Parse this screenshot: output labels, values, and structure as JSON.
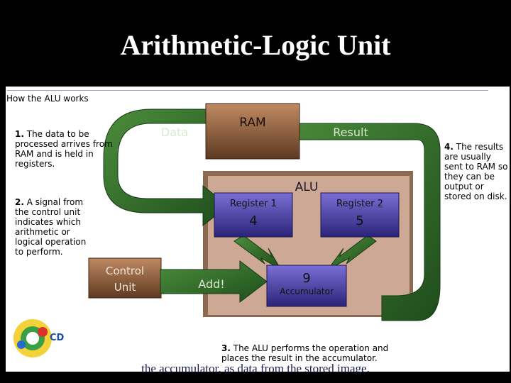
{
  "slide": {
    "title": "Arithmetic-Logic Unit"
  },
  "figure": {
    "heading": "How the ALU works",
    "ram_label": "RAM",
    "data_label": "Data",
    "result_label": "Result",
    "alu_label": "ALU",
    "register1": {
      "label": "Register 1",
      "value": "4"
    },
    "register2": {
      "label": "Register 2",
      "value": "5"
    },
    "accumulator": {
      "label": "Accumulator",
      "value": "9"
    },
    "control_unit": {
      "line1": "Control",
      "line2": "Unit"
    },
    "add_label": "Add!",
    "steps": [
      {
        "num": "1.",
        "text": "The data to be processed arrives from RAM and is held in registers."
      },
      {
        "num": "2.",
        "text": "A signal from the control unit indicates which arithmetic or logical operation to perform."
      },
      {
        "num": "3.",
        "text": "The ALU performs the operation and places the result in the accumulator."
      },
      {
        "num": "4.",
        "text": "The results are usually sent to RAM so they can be output or stored on disk."
      }
    ]
  },
  "logo": {
    "text": "CD"
  },
  "footer": {
    "text": "the accumulator, as data from the stored image."
  },
  "colors": {
    "arrow_green": "#2f6a2a",
    "ram_brown": "#8a5a3a",
    "register_blue": "#3a2f8c",
    "alu_panel": "#c9a690"
  }
}
